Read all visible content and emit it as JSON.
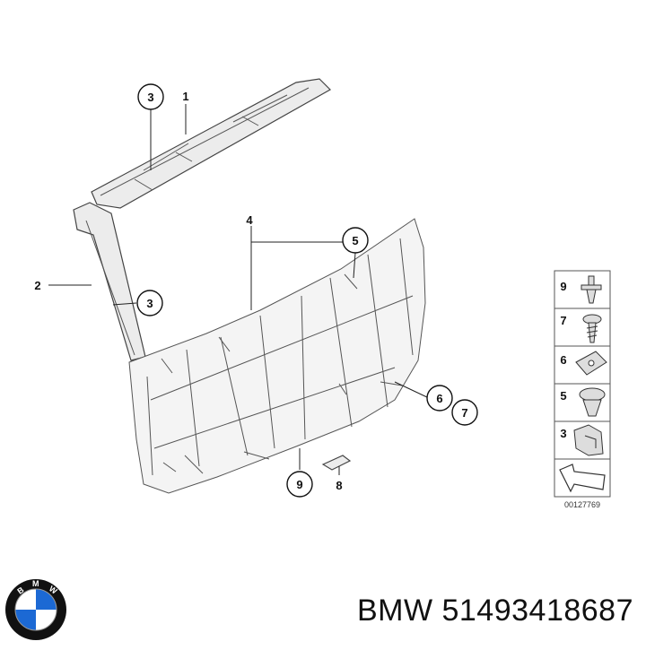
{
  "callouts": [
    {
      "id": "c1",
      "label": "1"
    },
    {
      "id": "c2",
      "label": "2"
    },
    {
      "id": "c3a",
      "label": "3"
    },
    {
      "id": "c3b",
      "label": "3"
    },
    {
      "id": "c4",
      "label": "4"
    },
    {
      "id": "c5",
      "label": "5"
    },
    {
      "id": "c6",
      "label": "6"
    },
    {
      "id": "c7",
      "label": "7"
    },
    {
      "id": "c8",
      "label": "8"
    },
    {
      "id": "c9",
      "label": "9"
    }
  ],
  "legend": {
    "items": [
      {
        "label": "9",
        "icon": "push-pin-icon"
      },
      {
        "label": "7",
        "icon": "screw-icon"
      },
      {
        "label": "6",
        "icon": "clip-nut-icon"
      },
      {
        "label": "5",
        "icon": "expansion-rivet-icon"
      },
      {
        "label": "3",
        "icon": "retaining-clip-icon"
      }
    ],
    "arrow_icon": "direction-arrow-icon",
    "doc_id": "00127769"
  },
  "brand": {
    "logo_letters": "BMW",
    "part_text": "BMW 51493418687",
    "colors": {
      "blue": "#1c69d4",
      "ring": "#111111"
    }
  }
}
